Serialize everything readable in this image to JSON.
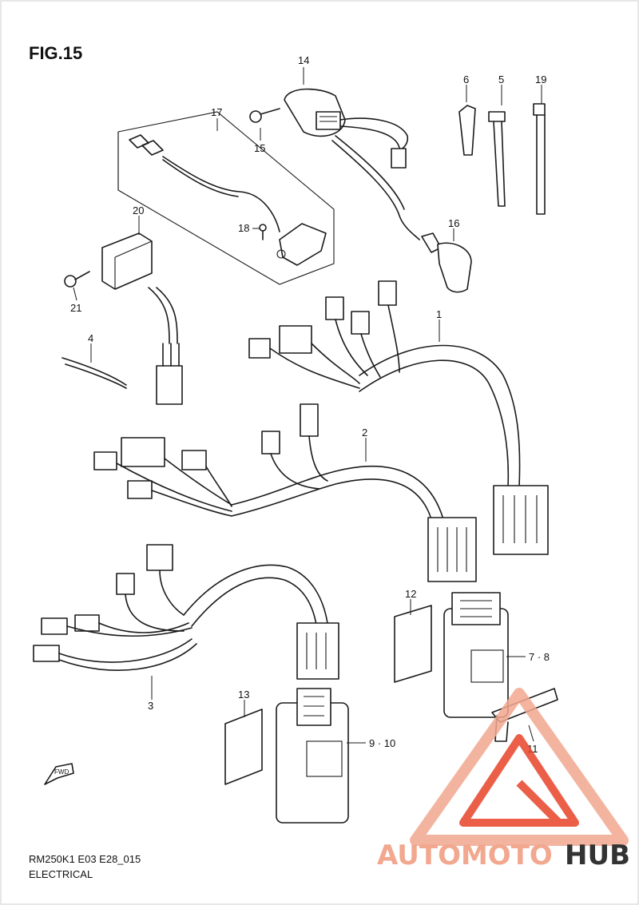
{
  "title": "FIG.15",
  "footer": {
    "model": "RM250K1 E03 E28_015",
    "category": "ELECTRICAL"
  },
  "direction_mark": "FWD",
  "callouts": {
    "c1": "1",
    "c2": "2",
    "c3": "3",
    "c4": "4",
    "c5": "5",
    "c6": "6",
    "c7_8": "7 · 8",
    "c9_10": "9 · 10",
    "c11": "11",
    "c12": "12",
    "c13": "13",
    "c14": "14",
    "c15": "15",
    "c16": "16",
    "c17": "17",
    "c18": "18",
    "c19": "19",
    "c20": "20",
    "c21": "21"
  },
  "watermark": {
    "part1": "AUTOMOTO",
    "part2": "HUB",
    "color_main": "#f2a78f",
    "color_accent": "#e8442a",
    "color_dark": "#333333"
  }
}
